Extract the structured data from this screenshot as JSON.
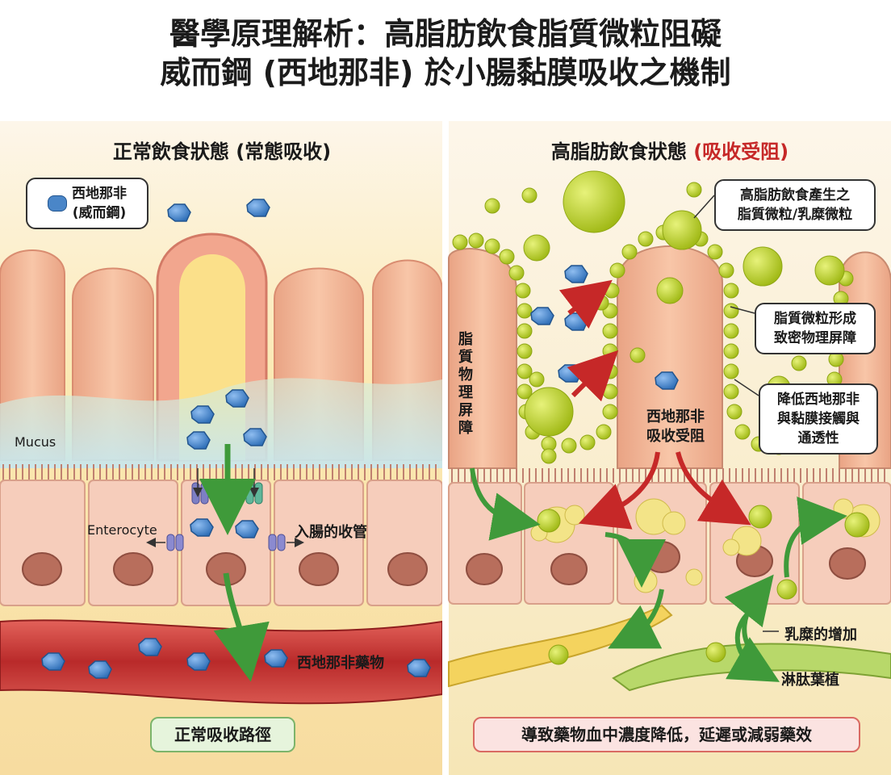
{
  "title": {
    "line1": "醫學原理解析：高脂肪飲食脂質微粒阻礙",
    "line2": "威而鋼 (西地那非) 於小腸黏膜吸收之機制"
  },
  "left": {
    "title": "正常飲食狀態 (常態吸收)",
    "drug_label_line1": "西地那非",
    "drug_label_line2": "(威而鋼)",
    "mucus": "Mucus",
    "enterocyte": "Enterocyte",
    "transporter": "入腸的收管",
    "blood_label": "西地那非藥物",
    "bottom": "正常吸收路徑"
  },
  "right": {
    "title_main": "高脂肪飲食狀態 ",
    "title_red": "(吸收受阻)",
    "box1_line1": "高脂肪飲食產生之",
    "box1_line2": "脂質微粒/乳糜微粒",
    "box2_line1": "脂質微粒形成",
    "box2_line2": "致密物理屏障",
    "box3_line1": "降低西地那非",
    "box3_line2": "與黏膜接觸與",
    "box3_line3": "通透性",
    "vertical_label": "脂質物理屏障",
    "blocked_line1": "西地那非",
    "blocked_line2": "吸收受阻",
    "chylo_increase": "乳糜的增加",
    "lymph": "淋肽葉植",
    "bottom": "導致藥物血中濃度降低，延遲或減弱藥效"
  },
  "colors": {
    "left_bottom_bg": "#e6f4dc",
    "left_bottom_border": "#7cb46a",
    "right_bottom_bg": "#fbe3e1",
    "right_bottom_border": "#d96a62",
    "red_text": "#c62828",
    "drug": "#4a86c8",
    "lipid": "#b6cf22"
  }
}
